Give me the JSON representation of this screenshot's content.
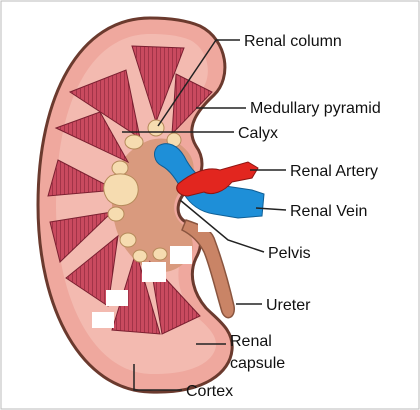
{
  "diagram": {
    "labels": {
      "renal_column": "Renal column",
      "medullary_pyramid": "Medullary pyramid",
      "calyx": "Calyx",
      "renal_artery": "Renal Artery",
      "renal_vein": "Renal Vein",
      "pelvis": "Pelvis",
      "ureter": "Ureter",
      "renal_capsule_line1": "Renal",
      "renal_capsule_line2": "capsule",
      "cortex": "Cortex"
    },
    "colors": {
      "capsule_outline": "#6b3a2e",
      "cortex": "#efa89e",
      "cortex_light": "#f6c9bf",
      "pyramid": "#c94a5f",
      "pyramid_stripe": "#7a1f30",
      "sinus": "#d99a7e",
      "calyx": "#f6dcb0",
      "artery": "#e2261f",
      "vein": "#1e8fd8",
      "ureter": "#c98466",
      "leader_line": "#222222",
      "mask": "#ffffff"
    }
  }
}
